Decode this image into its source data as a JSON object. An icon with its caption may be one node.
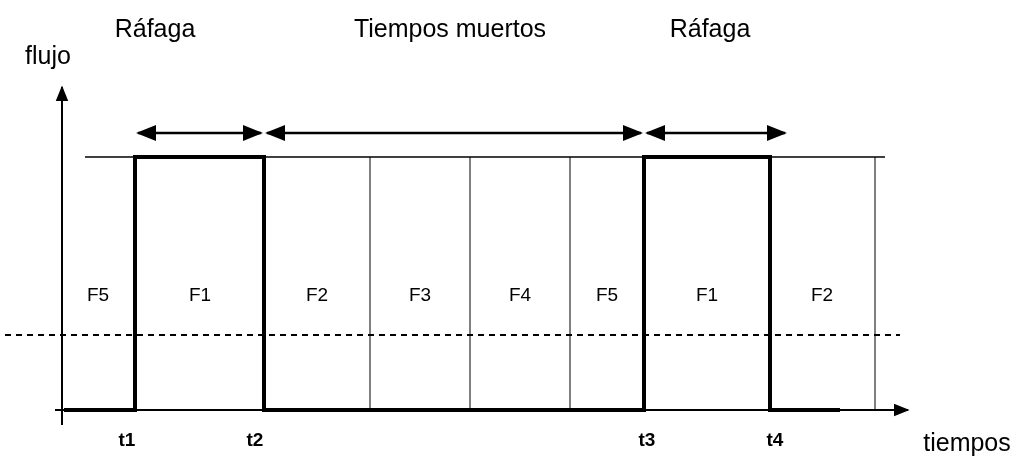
{
  "diagram": {
    "labels": [
      "Ráfaga",
      "Tiempos muertos",
      "Ráfaga",
      "flujo",
      "F5",
      "F1",
      "F2",
      "F3",
      "F4",
      "F5",
      "F1",
      "F2",
      "t1",
      "t2",
      "t3",
      "t4",
      "tiempos"
    ]
  }
}
